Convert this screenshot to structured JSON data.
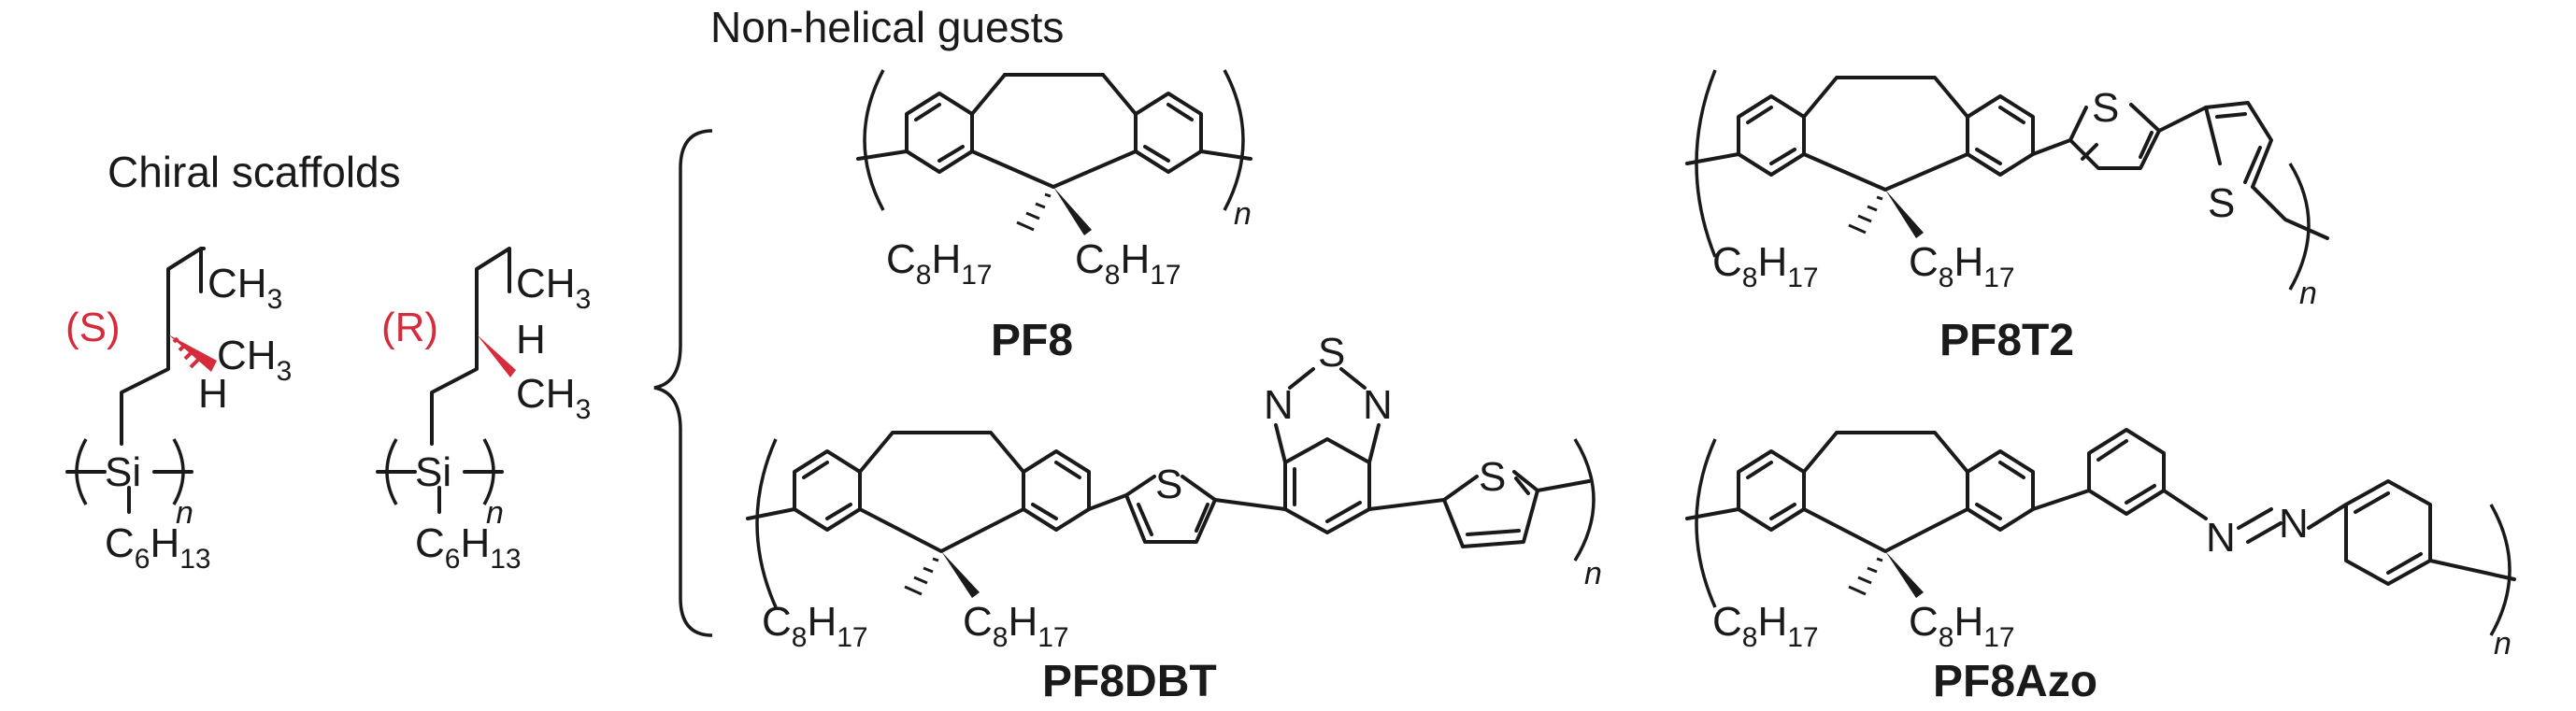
{
  "headings": {
    "chiral": "Chiral scaffolds",
    "guests": "Non-helical guests"
  },
  "scaffolds": {
    "s_label": "(S)",
    "r_label": "(R)"
  },
  "atoms": {
    "C": "C",
    "H": "H",
    "CH": "CH",
    "Si": "Si",
    "S": "S",
    "N": "N",
    "three": "3",
    "six": "6",
    "eight": "8",
    "thirteen": "13",
    "seventeen": "17",
    "n": "n"
  },
  "compounds": {
    "pf8": "PF8",
    "pf8t2": "PF8T2",
    "pf8dbt": "PF8DBT",
    "pf8azo": "PF8Azo"
  },
  "colors": {
    "ink": "#1a1a1a",
    "stereo_red": "#d62b3b"
  }
}
